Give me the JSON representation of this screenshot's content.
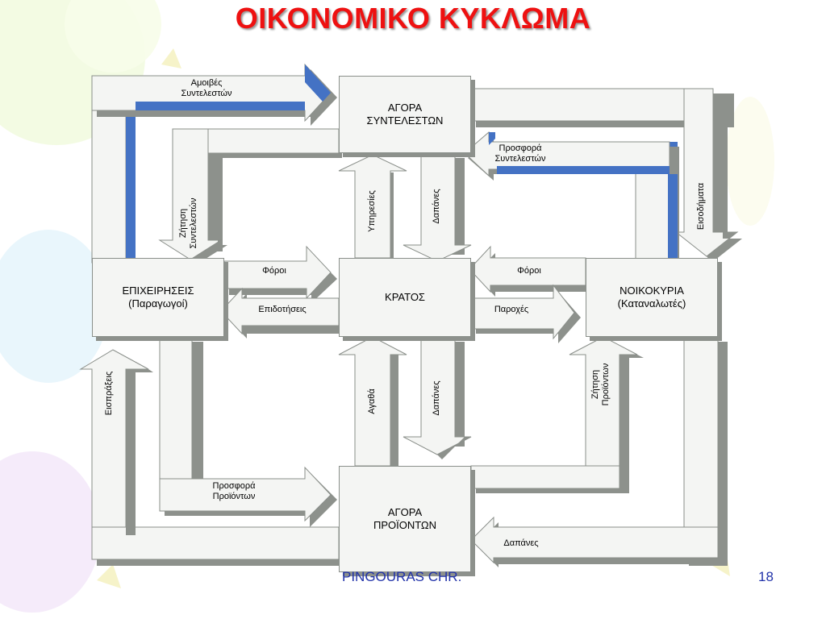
{
  "title": "ΟΙΚΟΝΟΜΙΚΟ ΚΥΚΛΩΜΑ",
  "nodes": {
    "firms": "ΕΠΙΧΕΙΡΗΣΕΙΣ\n(Παραγωγοί)",
    "factor_market": "ΑΓΟΡΑ\nΣΥΝΤΕΛΕΣΤΩΝ",
    "state": "ΚΡΑΤΟΣ",
    "households": "ΝΟΙΚΟΚΥΡΙΑ\n(Καταναλωτές)",
    "product_market": "ΑΓΟΡΑ\nΠΡΟΪΟΝΤΩΝ"
  },
  "flows": {
    "factor_payments": "Αμοιβές\nΣυντελεστών",
    "factor_demand": "Ζήτηση\nΣυντελεστών",
    "factor_supply": "Προσφορά\nΣυντελεστών",
    "income": "Εισοδήματα",
    "services": "Υπηρεσίες",
    "state_spending_top": "Δαπάνες",
    "taxes_firms": "Φόροι",
    "subsidies": "Επιδοτήσεις",
    "taxes_households": "Φόροι",
    "benefits": "Παροχές",
    "receipts": "Εισπράξεις",
    "goods": "Αγαθά",
    "state_spending_bottom": "Δαπάνες",
    "product_demand": "Ζήτηση\nΠροϊόντων",
    "product_supply": "Προσφορά\nΠροϊόντων",
    "household_spending": "Δαπάνες"
  },
  "footer": {
    "author": "PINGOURAS CHR.",
    "page": "18"
  },
  "colors": {
    "title": "#ee1111",
    "arrow_fill": "#f4f5f3",
    "arrow_shadow": "#8d918c",
    "money_flow": "#4472c4",
    "footer": "#2233aa"
  }
}
